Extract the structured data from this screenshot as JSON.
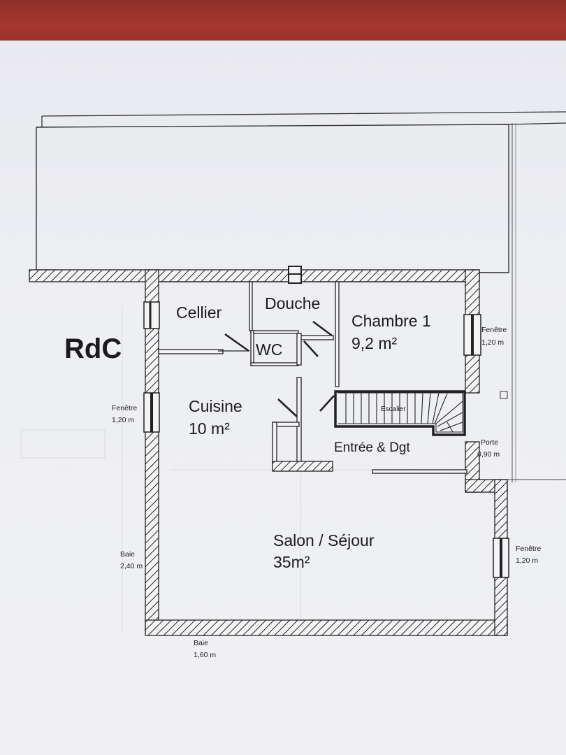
{
  "plan": {
    "title": "RdC",
    "rooms": [
      {
        "name": "Cellier",
        "area": ""
      },
      {
        "name": "Douche",
        "area": ""
      },
      {
        "name": "WC",
        "area": ""
      },
      {
        "name": "Chambre 1",
        "area": "9,2 m²"
      },
      {
        "name": "Cuisine",
        "area": "10 m²"
      },
      {
        "name": "Entrée & Dgt",
        "area": ""
      },
      {
        "name": "Salon / Séjour",
        "area": "35m²"
      }
    ],
    "stair_label": "Escalier",
    "openings": [
      {
        "type": "Fenêtre",
        "size": "1,20 m",
        "side": "west"
      },
      {
        "type": "Fenêtre",
        "size": "1,20 m",
        "side": "east-bedroom"
      },
      {
        "type": "Porte",
        "size": "0,90 m",
        "side": "east-entry"
      },
      {
        "type": "Fenêtre",
        "size": "1,20 m",
        "side": "east-living"
      },
      {
        "type": "Baie",
        "size": "2,40 m",
        "side": "west-living"
      },
      {
        "type": "Baie",
        "size": "1,60 m",
        "side": "south"
      }
    ],
    "colors": {
      "paper": "#eeeff3",
      "ink": "#1b1b1b",
      "table_top": "#a5372f"
    }
  }
}
